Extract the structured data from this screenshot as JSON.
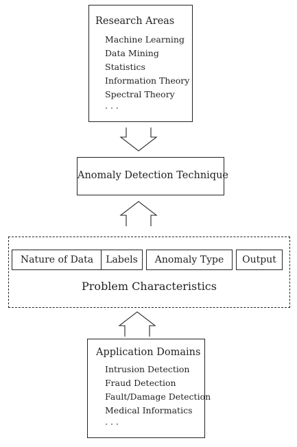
{
  "research_areas": {
    "title": "Research Areas",
    "items": [
      "Machine Learning",
      "Data Mining",
      "Statistics",
      "Information Theory",
      "Spectral Theory",
      "· · ·"
    ]
  },
  "technique": {
    "label": "Anomaly Detection Technique"
  },
  "problem": {
    "label": "Problem Characteristics",
    "items": [
      "Nature of Data",
      "Labels",
      "Anomaly Type",
      "Output"
    ]
  },
  "application_domains": {
    "title": "Application Domains",
    "items": [
      "Intrusion Detection",
      "Fraud Detection",
      "Fault/Damage Detection",
      "Medical Informatics",
      "· · ·"
    ]
  }
}
